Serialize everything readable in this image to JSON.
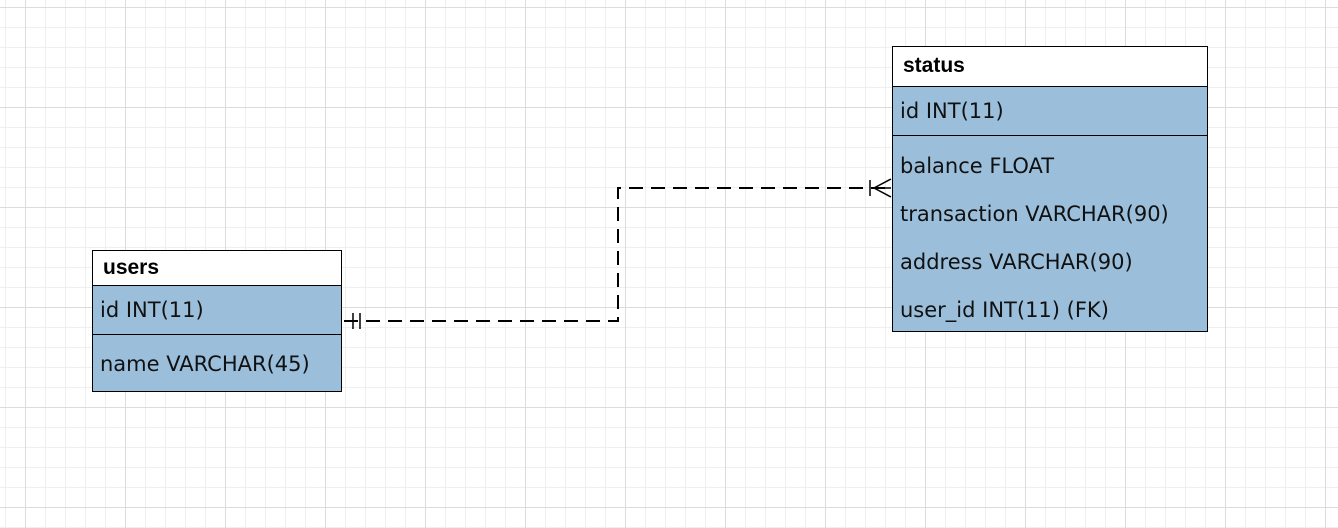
{
  "diagram": {
    "entities": [
      {
        "name": "users",
        "primary_key": [
          "id INT(11)"
        ],
        "attributes": [
          "name VARCHAR(45)"
        ]
      },
      {
        "name": "status",
        "primary_key": [
          "id INT(11)"
        ],
        "attributes": [
          "balance FLOAT",
          "transaction VARCHAR(90)",
          "address VARCHAR(90)",
          "user_id INT(11) (FK)"
        ]
      }
    ],
    "relationships": [
      {
        "from": "users",
        "to": "status",
        "from_cardinality": "one-and-only-one",
        "to_cardinality": "one-or-many",
        "line_style": "dashed"
      }
    ]
  },
  "colors": {
    "entity_fill": "#9bbfdb",
    "title_fill": "#ffffff",
    "border": "#000000",
    "grid": "#dcdcdc"
  }
}
